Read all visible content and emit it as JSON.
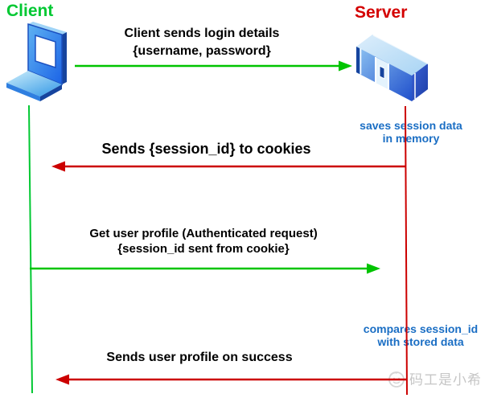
{
  "actors": {
    "client": {
      "label": "Client"
    },
    "server": {
      "label": "Server"
    }
  },
  "messages": [
    {
      "from": "client",
      "to": "server",
      "lines": [
        "Client sends login details",
        "{username, password}"
      ]
    },
    {
      "from": "server",
      "to": "client",
      "lines": [
        "Sends {session_id} to cookies"
      ]
    },
    {
      "from": "client",
      "to": "server",
      "lines": [
        "Get user profile (Authenticated request)",
        "{session_id sent from cookie}"
      ]
    },
    {
      "from": "server",
      "to": "client",
      "lines": [
        "Sends user profile on success"
      ]
    }
  ],
  "server_notes": [
    {
      "lines": [
        "saves session data",
        "in memory"
      ]
    },
    {
      "lines": [
        "compares session_id",
        "with stored data"
      ]
    }
  ],
  "watermark": {
    "text": "码工是小希"
  },
  "icons": {
    "client": "laptop-icon",
    "server": "server-box-icon",
    "watermark": "smiley-face-icon"
  },
  "colors": {
    "client_green": "#00c832",
    "server_red": "#d40000",
    "note_blue": "#1a6ec4",
    "arrow_green": "#00c400",
    "arrow_red": "#cc0000",
    "icon_blue": "#2a6ee8",
    "watermark_gray": "#c6c6c6"
  }
}
